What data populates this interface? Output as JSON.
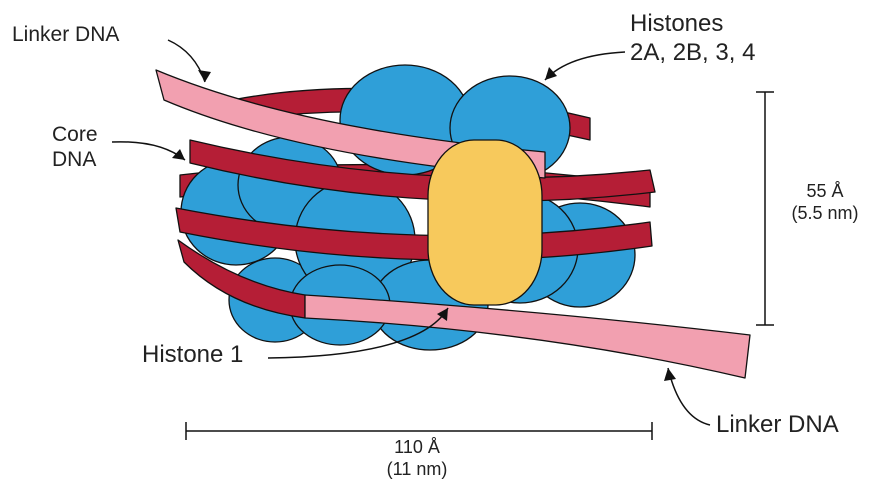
{
  "labels": {
    "linker_dna_top": "Linker DNA",
    "core_dna": [
      "Core",
      "DNA"
    ],
    "histones": [
      "Histones",
      "2A,  2B,  3,  4"
    ],
    "histone_1": "Histone 1",
    "linker_dna_bottom": "Linker DNA",
    "height": [
      "55 Å",
      "(5.5 nm)"
    ],
    "width": [
      "110 Å",
      "(11 nm)"
    ]
  },
  "colors": {
    "histone_core": "#2f9fd8",
    "histone_1": "#f7c95c",
    "core_dna": "#b51e36",
    "linker_dna": "#f2a0b0",
    "outline": "#111111"
  }
}
